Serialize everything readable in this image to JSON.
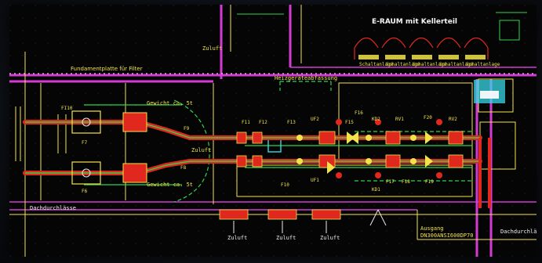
{
  "drawing": {
    "room_title": "E-RAUM mit Kellerteil",
    "foundation_label": "Fundamentplatte für Filter",
    "supply_air_label_top": "Zuluft",
    "supply_air_label_mid": "Zuluft",
    "heating_label": "Heizgeräteabfassung",
    "roof_vent_left": "Dachdurchlässe",
    "roof_vent_right": "Dachdurchlässe",
    "output_label": "Ausgang",
    "output_code": "DN300ANSI600DP70",
    "weight_top": "Gewicht ca. 5t",
    "weight_bottom": "Gewicht ca. 5t",
    "filter_labels": [
      "FI10",
      "F7",
      "F6",
      "F8",
      "F9",
      "F11",
      "F12",
      "F13",
      "F15",
      "F16",
      "F17",
      "F18",
      "F19",
      "F20",
      "F10"
    ],
    "component_labels": [
      "UF2",
      "KD2",
      "UF1",
      "KD1",
      "RV1",
      "RV2"
    ],
    "bottom_zuluft_labels": [
      "Zuluft",
      "Zuluft",
      "Zuluft"
    ],
    "top_box_labels": [
      "Schaltanlage",
      "Schaltanlage",
      "Schaltanlage",
      "Schaltanlage",
      "Schaltanlage"
    ],
    "colors": {
      "background": "#050505",
      "pipe_red": "#e0281e",
      "frame_magenta": "#d23cd2",
      "line_yellow": "#f2e34a",
      "line_green": "#2fd24a",
      "line_cyan": "#38d8e8",
      "line_white": "#ececec"
    }
  }
}
